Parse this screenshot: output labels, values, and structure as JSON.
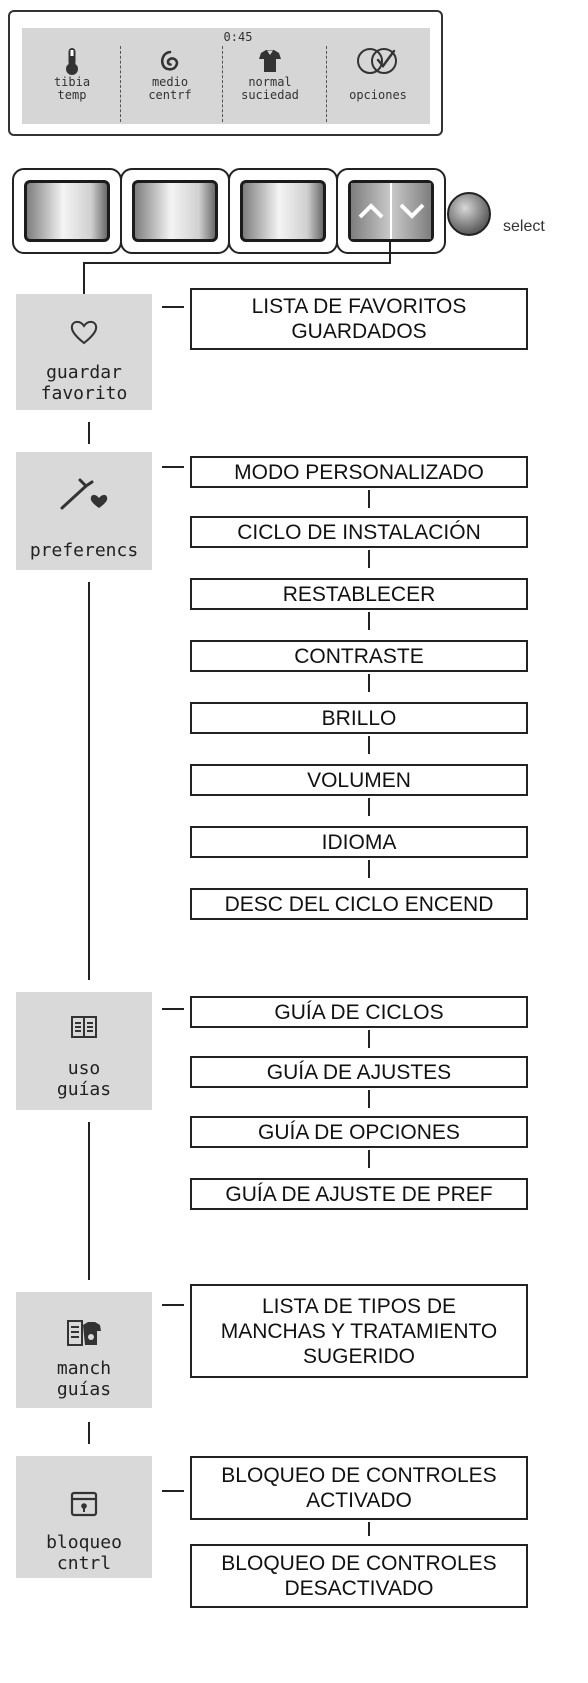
{
  "panel": {
    "time": "0:45",
    "items": [
      {
        "icon": "thermometer-icon",
        "line1": "tibia",
        "line2": "temp"
      },
      {
        "icon": "spin-icon",
        "line1": "medio",
        "line2": "centrf"
      },
      {
        "icon": "shirt-icon",
        "line1": "normal",
        "line2": "suciedad"
      },
      {
        "icon": "options-check-icon",
        "line1": "",
        "line2": "opciones"
      }
    ]
  },
  "controls": {
    "select_label": "select"
  },
  "menu": [
    {
      "id": "favorites",
      "icon": "heart-icon",
      "label_lines": [
        "guardar",
        "favorito"
      ],
      "options": [
        [
          "LISTA DE FAVORITOS",
          "GUARDADOS"
        ]
      ]
    },
    {
      "id": "preferences",
      "icon": "tools-heart-icon",
      "label_lines": [
        "preferencs"
      ],
      "options": [
        [
          "MODO PERSONALIZADO"
        ],
        [
          "CICLO DE INSTALACIÓN"
        ],
        [
          "RESTABLECER"
        ],
        [
          "CONTRASTE"
        ],
        [
          "BRILLO"
        ],
        [
          "VOLUMEN"
        ],
        [
          "IDIOMA"
        ],
        [
          "DESC DEL CICLO ENCEND"
        ]
      ]
    },
    {
      "id": "guides",
      "icon": "book-icon",
      "label_lines": [
        "uso",
        "guías"
      ],
      "options": [
        [
          "GUÍA DE CICLOS"
        ],
        [
          "GUÍA DE AJUSTES"
        ],
        [
          "GUÍA DE OPCIONES"
        ],
        [
          "GUÍA DE AJUSTE DE PREF"
        ]
      ]
    },
    {
      "id": "stains",
      "icon": "stain-guide-icon",
      "label_lines": [
        "manch",
        "guías"
      ],
      "options": [
        [
          "LISTA DE TIPOS DE",
          "MANCHAS Y TRATAMIENTO",
          "SUGERIDO"
        ]
      ]
    },
    {
      "id": "lock",
      "icon": "lock-icon",
      "label_lines": [
        "bloqueo",
        "cntrl"
      ],
      "options": [
        [
          "BLOQUEO DE CONTROLES",
          "ACTIVADO"
        ],
        [
          "BLOQUEO DE CONTROLES",
          "DESACTIVADO"
        ]
      ]
    }
  ]
}
